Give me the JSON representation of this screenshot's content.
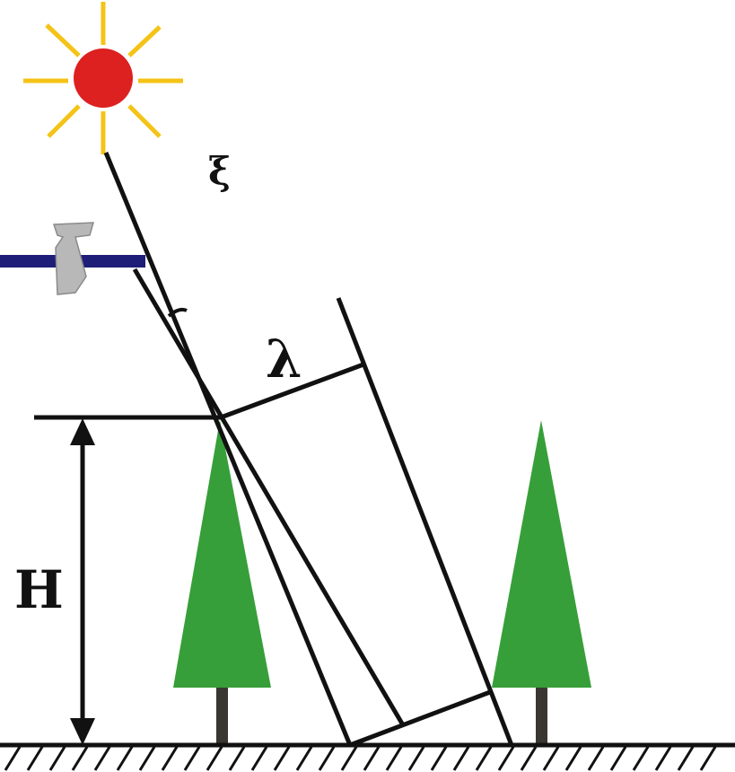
{
  "labels": {
    "xi": "ξ",
    "lambda": "λ",
    "height": "H"
  },
  "colors": {
    "sun_disc": "#dd2020",
    "sun_rays": "#f4c316",
    "tree_crown": "#379f39",
    "tree_trunk": "#3a3732",
    "platform_bar": "#1e1e78",
    "sensor": "#b8b8b8",
    "lines": "#111111"
  },
  "icons": {
    "sun": "sun-icon",
    "sensor": "satellite-sensor-icon",
    "tree": "conifer-tree-icon"
  }
}
